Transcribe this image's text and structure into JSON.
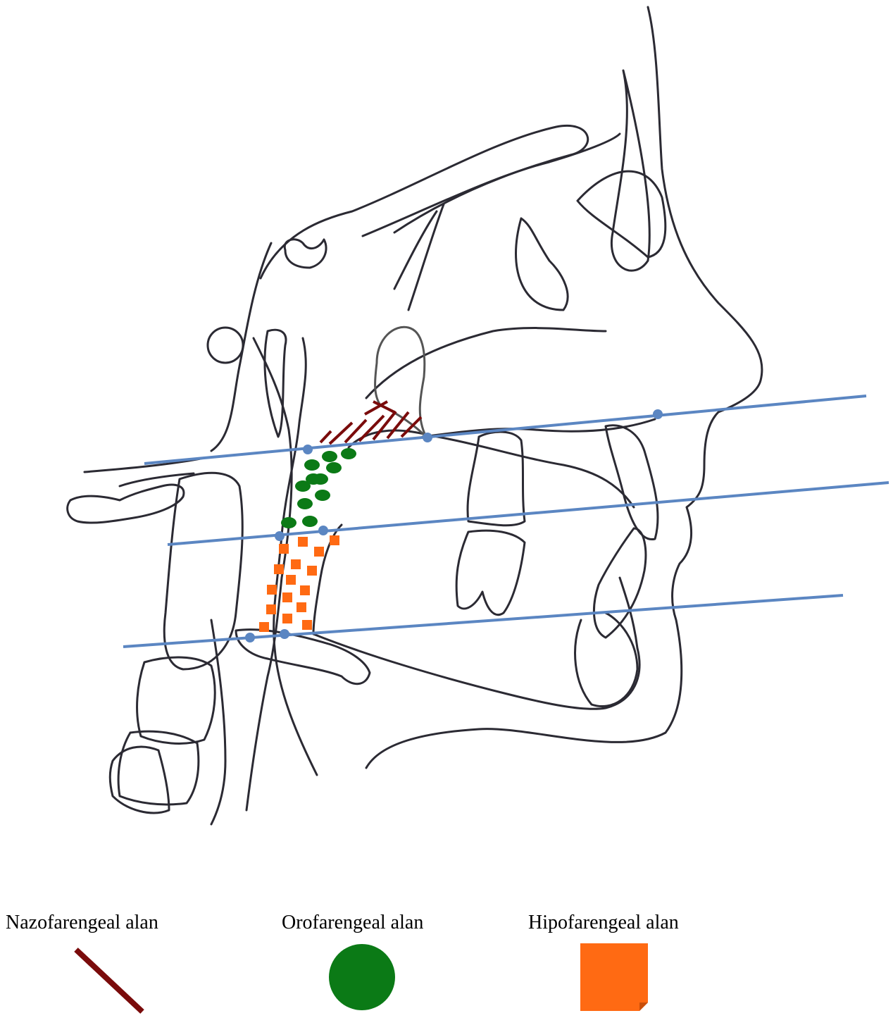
{
  "colors": {
    "outline": "#2b2a33",
    "reference_line": "#5b86c2",
    "reference_point": "#5b86c2",
    "nasopharyngeal": "#7a0b0b",
    "oropharyngeal": "#0b7a16",
    "hypopharyngeal": "#ff6a13",
    "background": "#ffffff"
  },
  "regions": [
    {
      "id": "nasopharyngeal",
      "pattern": "diagonal-hatch"
    },
    {
      "id": "oropharyngeal",
      "pattern": "ellipse-dots"
    },
    {
      "id": "hypopharyngeal",
      "pattern": "squares"
    }
  ],
  "legend": {
    "items": [
      {
        "label": "Nazofarengeal alan",
        "symbol": "diagonal-line"
      },
      {
        "label": "Orofarengeal alan",
        "symbol": "filled-circle"
      },
      {
        "label": "Hipofarengeal alan",
        "symbol": "filled-square-folded-corner"
      }
    ]
  }
}
